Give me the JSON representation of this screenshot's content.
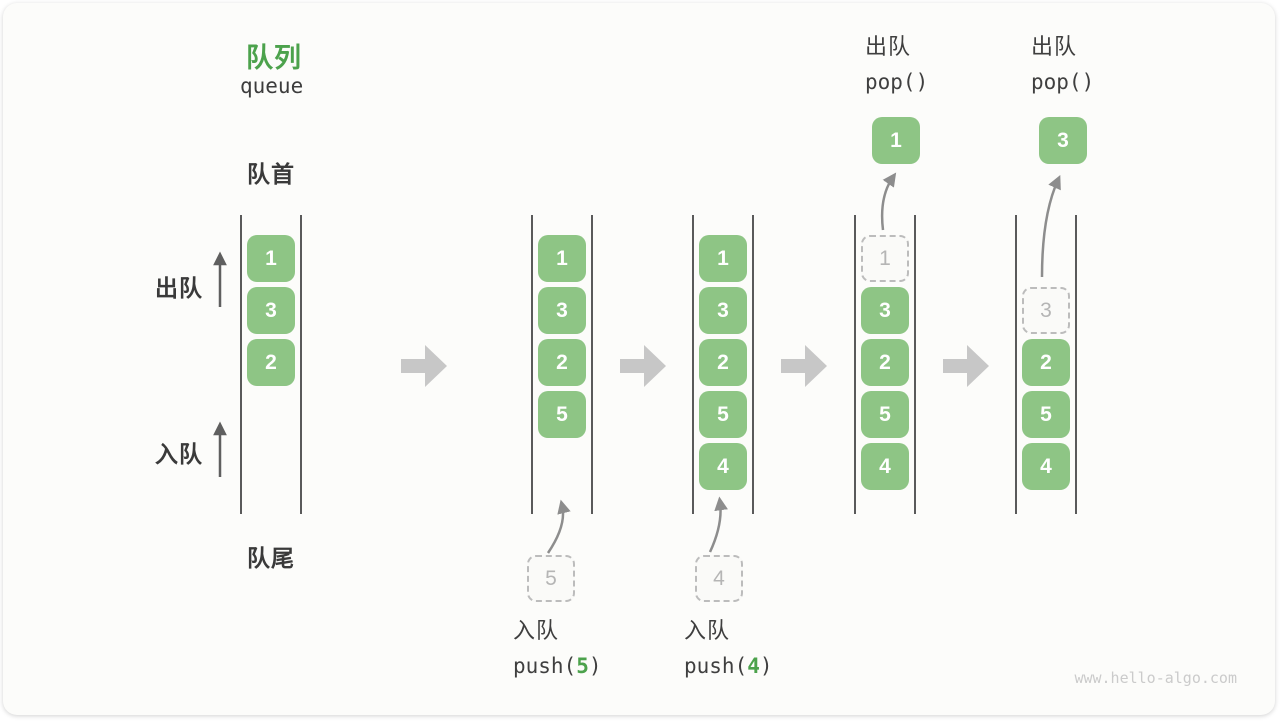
{
  "title": {
    "zh": "队列",
    "en": "queue"
  },
  "labels": {
    "front": "队首",
    "rear": "队尾",
    "dequeue": "出队",
    "enqueue": "入队"
  },
  "operations": [
    {
      "label": "入队",
      "code_prefix": "push(",
      "arg": "5",
      "code_suffix": ")"
    },
    {
      "label": "入队",
      "code_prefix": "push(",
      "arg": "4",
      "code_suffix": ")"
    },
    {
      "label": "出队",
      "code_prefix": "pop(",
      "arg": "",
      "code_suffix": ")"
    },
    {
      "label": "出队",
      "code_prefix": "pop(",
      "arg": "",
      "code_suffix": ")"
    }
  ],
  "queue_states": [
    {
      "cells": [
        {
          "value": "1",
          "slot": 0,
          "state": "solid"
        },
        {
          "value": "3",
          "slot": 1,
          "state": "solid"
        },
        {
          "value": "2",
          "slot": 2,
          "state": "solid"
        }
      ]
    },
    {
      "cells": [
        {
          "value": "1",
          "slot": 0,
          "state": "solid"
        },
        {
          "value": "3",
          "slot": 1,
          "state": "solid"
        },
        {
          "value": "2",
          "slot": 2,
          "state": "solid"
        },
        {
          "value": "5",
          "slot": 3,
          "state": "solid"
        }
      ],
      "staged": {
        "value": "5"
      }
    },
    {
      "cells": [
        {
          "value": "1",
          "slot": 0,
          "state": "solid"
        },
        {
          "value": "3",
          "slot": 1,
          "state": "solid"
        },
        {
          "value": "2",
          "slot": 2,
          "state": "solid"
        },
        {
          "value": "5",
          "slot": 3,
          "state": "solid"
        },
        {
          "value": "4",
          "slot": 4,
          "state": "solid"
        }
      ],
      "staged": {
        "value": "4"
      }
    },
    {
      "cells": [
        {
          "value": "1",
          "slot": 0,
          "state": "dashed"
        },
        {
          "value": "3",
          "slot": 1,
          "state": "solid"
        },
        {
          "value": "2",
          "slot": 2,
          "state": "solid"
        },
        {
          "value": "5",
          "slot": 3,
          "state": "solid"
        },
        {
          "value": "4",
          "slot": 4,
          "state": "solid"
        }
      ],
      "popped": {
        "value": "1"
      }
    },
    {
      "cells": [
        {
          "value": "3",
          "slot": 1,
          "state": "dashed"
        },
        {
          "value": "2",
          "slot": 2,
          "state": "solid"
        },
        {
          "value": "5",
          "slot": 3,
          "state": "solid"
        },
        {
          "value": "4",
          "slot": 4,
          "state": "solid"
        }
      ],
      "popped": {
        "value": "3"
      }
    }
  ],
  "watermark": "www.hello-algo.com",
  "colors": {
    "element_green": "#8ec585",
    "accent_green": "#4ca24c",
    "flow_arrow_gray": "#c7c7c7",
    "ghost_gray": "#bcbcbc"
  }
}
